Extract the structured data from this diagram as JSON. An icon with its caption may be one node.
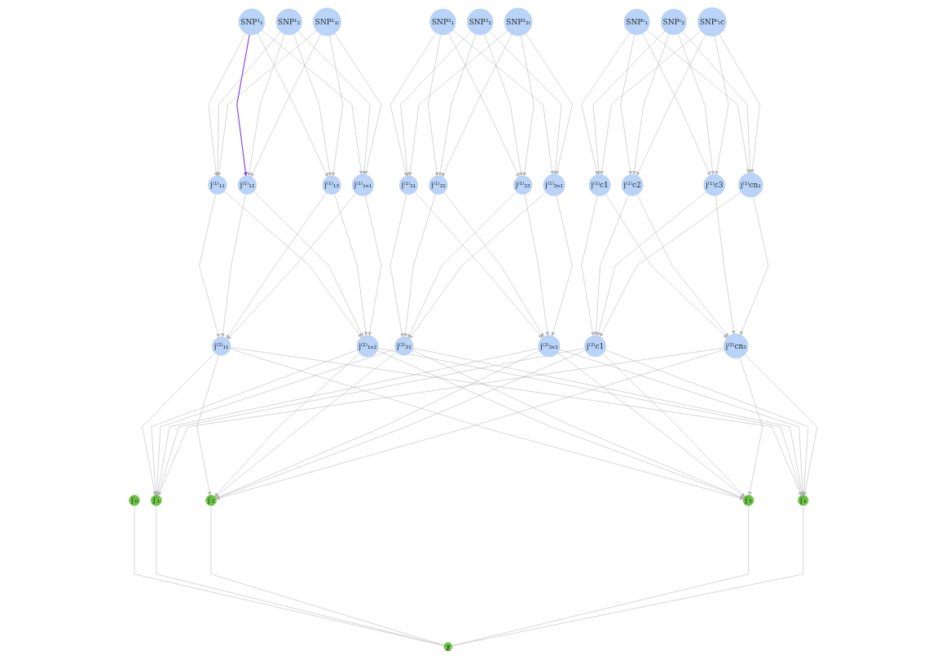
{
  "diagram": {
    "nodes": [
      {
        "text": [
          "SNP¹₁"
        ]
      },
      {
        "text": [
          "SNP¹₂"
        ]
      },
      {
        "text": [
          "SNP¹₁ₗ"
        ]
      },
      {
        "text": [
          "SNP²₁"
        ]
      },
      {
        "text": [
          "SNP²₂"
        ]
      },
      {
        "text": [
          "SNP²₂ₗ"
        ]
      },
      {
        "text": [
          "SNPᶜ₁"
        ]
      },
      {
        "text": [
          "SNPᶜ₂"
        ]
      },
      {
        "text": [
          "SNPᶜₗc"
        ]
      },
      {
        "text": [
          "j⁽¹⁾₁₁"
        ]
      },
      {
        "text": [
          "j⁽¹⁾₁₂"
        ]
      },
      {
        "text": [
          "j⁽¹⁾₁₃"
        ]
      },
      {
        "text": [
          "j⁽¹⁾₁ₙ₁"
        ]
      },
      {
        "text": [
          "j⁽¹⁾₂₁"
        ]
      },
      {
        "text": [
          "j⁽¹⁾₂₂"
        ]
      },
      {
        "text": [
          "j⁽¹⁾₂₃"
        ]
      },
      {
        "text": [
          "j⁽¹⁾₂ₙ₁"
        ]
      },
      {
        "text": [
          "j⁽¹⁾c1"
        ]
      },
      {
        "text": [
          "j⁽¹⁾c2"
        ]
      },
      {
        "text": [
          "j⁽¹⁾c3"
        ]
      },
      {
        "text": [
          "j⁽¹⁾cn₁"
        ]
      },
      {
        "text": [
          "j⁽²⁾₁₁"
        ]
      },
      {
        "text": [
          "j⁽²⁾₁ₙ₂"
        ]
      },
      {
        "text": [
          "j⁽²⁾₂₁"
        ]
      },
      {
        "text": [
          "j⁽²⁾₂ₙ₂"
        ]
      },
      {
        "text": [
          "j⁽²⁾c1"
        ]
      },
      {
        "text": [
          "j⁽²⁾cn₂"
        ]
      },
      {
        "text": [
          "j′₀"
        ]
      },
      {
        "text": [
          "j′₁"
        ]
      },
      {
        "text": [
          "j′₂"
        ]
      },
      {
        "text": [
          "j′₃"
        ]
      },
      {
        "text": [
          "j′ₖ"
        ]
      },
      {
        "text": [
          "χ"
        ]
      }
    ],
    "edges": [
      {
        "from": 0,
        "to": 9,
        "arrow": "to"
      },
      {
        "from": 0,
        "to": 10,
        "arrow": "to",
        "color": "#7b3fe4"
      },
      {
        "from": 0,
        "to": 11,
        "arrow": "to"
      },
      {
        "from": 0,
        "to": 12,
        "arrow": "to"
      },
      {
        "from": 1,
        "to": 9,
        "arrow": "to"
      },
      {
        "from": 1,
        "to": 10,
        "arrow": "to"
      },
      {
        "from": 1,
        "to": 11,
        "arrow": "to"
      },
      {
        "from": 1,
        "to": 12,
        "arrow": "to"
      },
      {
        "from": 2,
        "to": 9,
        "arrow": "to"
      },
      {
        "from": 2,
        "to": 10,
        "arrow": "to"
      },
      {
        "from": 2,
        "to": 11,
        "arrow": "to"
      },
      {
        "from": 2,
        "to": 12,
        "arrow": "to"
      },
      {
        "from": 3,
        "to": 13,
        "arrow": "to"
      },
      {
        "from": 3,
        "to": 14,
        "arrow": "to"
      },
      {
        "from": 3,
        "to": 15,
        "arrow": "to"
      },
      {
        "from": 3,
        "to": 16,
        "arrow": "to"
      },
      {
        "from": 4,
        "to": 13,
        "arrow": "to"
      },
      {
        "from": 4,
        "to": 14,
        "arrow": "to"
      },
      {
        "from": 4,
        "to": 15,
        "arrow": "to"
      },
      {
        "from": 4,
        "to": 16,
        "arrow": "to"
      },
      {
        "from": 5,
        "to": 13,
        "arrow": "to"
      },
      {
        "from": 5,
        "to": 14,
        "arrow": "to"
      },
      {
        "from": 5,
        "to": 15,
        "arrow": "to"
      },
      {
        "from": 5,
        "to": 16,
        "arrow": "to"
      },
      {
        "from": 6,
        "to": 17,
        "arrow": "to"
      },
      {
        "from": 6,
        "to": 18,
        "arrow": "to"
      },
      {
        "from": 6,
        "to": 19,
        "arrow": "to"
      },
      {
        "from": 6,
        "to": 20,
        "arrow": "to"
      },
      {
        "from": 7,
        "to": 17,
        "arrow": "to"
      },
      {
        "from": 7,
        "to": 18,
        "arrow": "to"
      },
      {
        "from": 7,
        "to": 19,
        "arrow": "to"
      },
      {
        "from": 7,
        "to": 20,
        "arrow": "to"
      },
      {
        "from": 8,
        "to": 17,
        "arrow": "to"
      },
      {
        "from": 8,
        "to": 18,
        "arrow": "to"
      },
      {
        "from": 8,
        "to": 19,
        "arrow": "to"
      },
      {
        "from": 8,
        "to": 20,
        "arrow": "to"
      },
      {
        "from": 9,
        "to": 21,
        "arrow": "to"
      },
      {
        "from": 9,
        "to": 22,
        "arrow": "to"
      },
      {
        "from": 10,
        "to": 21,
        "arrow": "to"
      },
      {
        "from": 10,
        "to": 22,
        "arrow": "to"
      },
      {
        "from": 11,
        "to": 21,
        "arrow": "to"
      },
      {
        "from": 11,
        "to": 22,
        "arrow": "to"
      },
      {
        "from": 12,
        "to": 21,
        "arrow": "to"
      },
      {
        "from": 12,
        "to": 22,
        "arrow": "to"
      },
      {
        "from": 13,
        "to": 23,
        "arrow": "to"
      },
      {
        "from": 13,
        "to": 24,
        "arrow": "to"
      },
      {
        "from": 14,
        "to": 23,
        "arrow": "to"
      },
      {
        "from": 14,
        "to": 24,
        "arrow": "to"
      },
      {
        "from": 15,
        "to": 23,
        "arrow": "to"
      },
      {
        "from": 15,
        "to": 24,
        "arrow": "to"
      },
      {
        "from": 16,
        "to": 23,
        "arrow": "to"
      },
      {
        "from": 16,
        "to": 24,
        "arrow": "to"
      },
      {
        "from": 17,
        "to": 25,
        "arrow": "to"
      },
      {
        "from": 17,
        "to": 26,
        "arrow": "to"
      },
      {
        "from": 18,
        "to": 25,
        "arrow": "to"
      },
      {
        "from": 18,
        "to": 26,
        "arrow": "to"
      },
      {
        "from": 19,
        "to": 25,
        "arrow": "to"
      },
      {
        "from": 19,
        "to": 26,
        "arrow": "to"
      },
      {
        "from": 20,
        "to": 25,
        "arrow": "to"
      },
      {
        "from": 20,
        "to": 26,
        "arrow": "to"
      },
      {
        "from": 21,
        "to": 28,
        "arrow": "to"
      },
      {
        "from": 21,
        "to": 29,
        "arrow": "to"
      },
      {
        "from": 21,
        "to": 30,
        "arrow": "to"
      },
      {
        "from": 21,
        "to": 31,
        "arrow": "to"
      },
      {
        "from": 22,
        "to": 28,
        "arrow": "to"
      },
      {
        "from": 22,
        "to": 29,
        "arrow": "to"
      },
      {
        "from": 22,
        "to": 30,
        "arrow": "to"
      },
      {
        "from": 22,
        "to": 31,
        "arrow": "to"
      },
      {
        "from": 23,
        "to": 28,
        "arrow": "to"
      },
      {
        "from": 23,
        "to": 29,
        "arrow": "to"
      },
      {
        "from": 23,
        "to": 30,
        "arrow": "to"
      },
      {
        "from": 23,
        "to": 31,
        "arrow": "to"
      },
      {
        "from": 24,
        "to": 28,
        "arrow": "to"
      },
      {
        "from": 24,
        "to": 29,
        "arrow": "to"
      },
      {
        "from": 24,
        "to": 30,
        "arrow": "to"
      },
      {
        "from": 24,
        "to": 31,
        "arrow": "to"
      },
      {
        "from": 25,
        "to": 28,
        "arrow": "to"
      },
      {
        "from": 25,
        "to": 29,
        "arrow": "to"
      },
      {
        "from": 25,
        "to": 30,
        "arrow": "to"
      },
      {
        "from": 25,
        "to": 31,
        "arrow": "to"
      },
      {
        "from": 26,
        "to": 28,
        "arrow": "to"
      },
      {
        "from": 26,
        "to": 29,
        "arrow": "to"
      },
      {
        "from": 26,
        "to": 30,
        "arrow": "to"
      },
      {
        "from": 26,
        "to": 31,
        "arrow": "to"
      },
      {
        "from": 27,
        "to": 32,
        "arrow": "none"
      },
      {
        "from": 28,
        "to": 32,
        "arrow": "none"
      },
      {
        "from": 29,
        "to": 32,
        "arrow": "none"
      },
      {
        "from": 30,
        "to": 32,
        "arrow": "none"
      },
      {
        "from": 31,
        "to": 32,
        "arrow": "none"
      }
    ]
  }
}
